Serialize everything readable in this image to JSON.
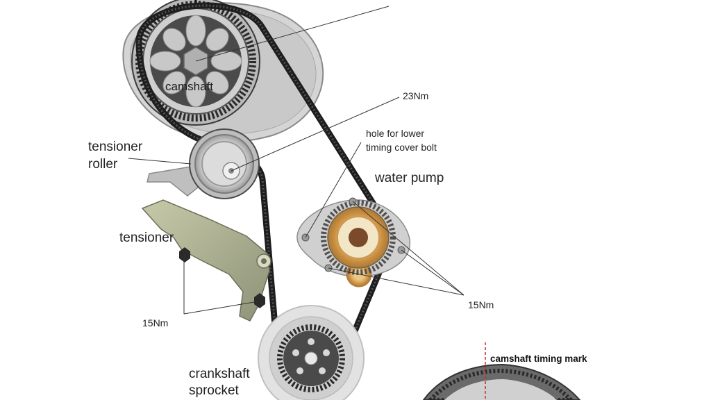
{
  "labels": {
    "camshaft": "camshaft",
    "torque_23": "23Nm",
    "hole_line1": "hole for lower",
    "hole_line2": "timing cover bolt",
    "water_pump": "water pump",
    "tensioner_roller_line1": "tensioner",
    "tensioner_roller_line2": "roller",
    "tensioner": "tensioner",
    "torque_15_left": "15Nm",
    "torque_15_right": "15Nm",
    "crankshaft_line1": "crankshaft",
    "crankshaft_line2": "sprocket",
    "camshaft_timing_mark": "camshaft timing mark"
  },
  "colors": {
    "belt": "#1e1e1e",
    "cover": "#d4d4d4",
    "pulley_grey": "#8f8f8f",
    "tensioner_green": "#a9ad8e",
    "water_pump_orange": "#d7a35a",
    "water_pump_center": "#7a4a2a",
    "timing_mark": "#cc2a2a"
  },
  "icons": {
    "camshaft": "camshaft-pulley-icon",
    "crankshaft": "crankshaft-sprocket-icon",
    "water_pump": "water-pump-icon",
    "tensioner_roller": "tensioner-roller-icon",
    "tensioner": "tensioner-bracket-icon"
  }
}
